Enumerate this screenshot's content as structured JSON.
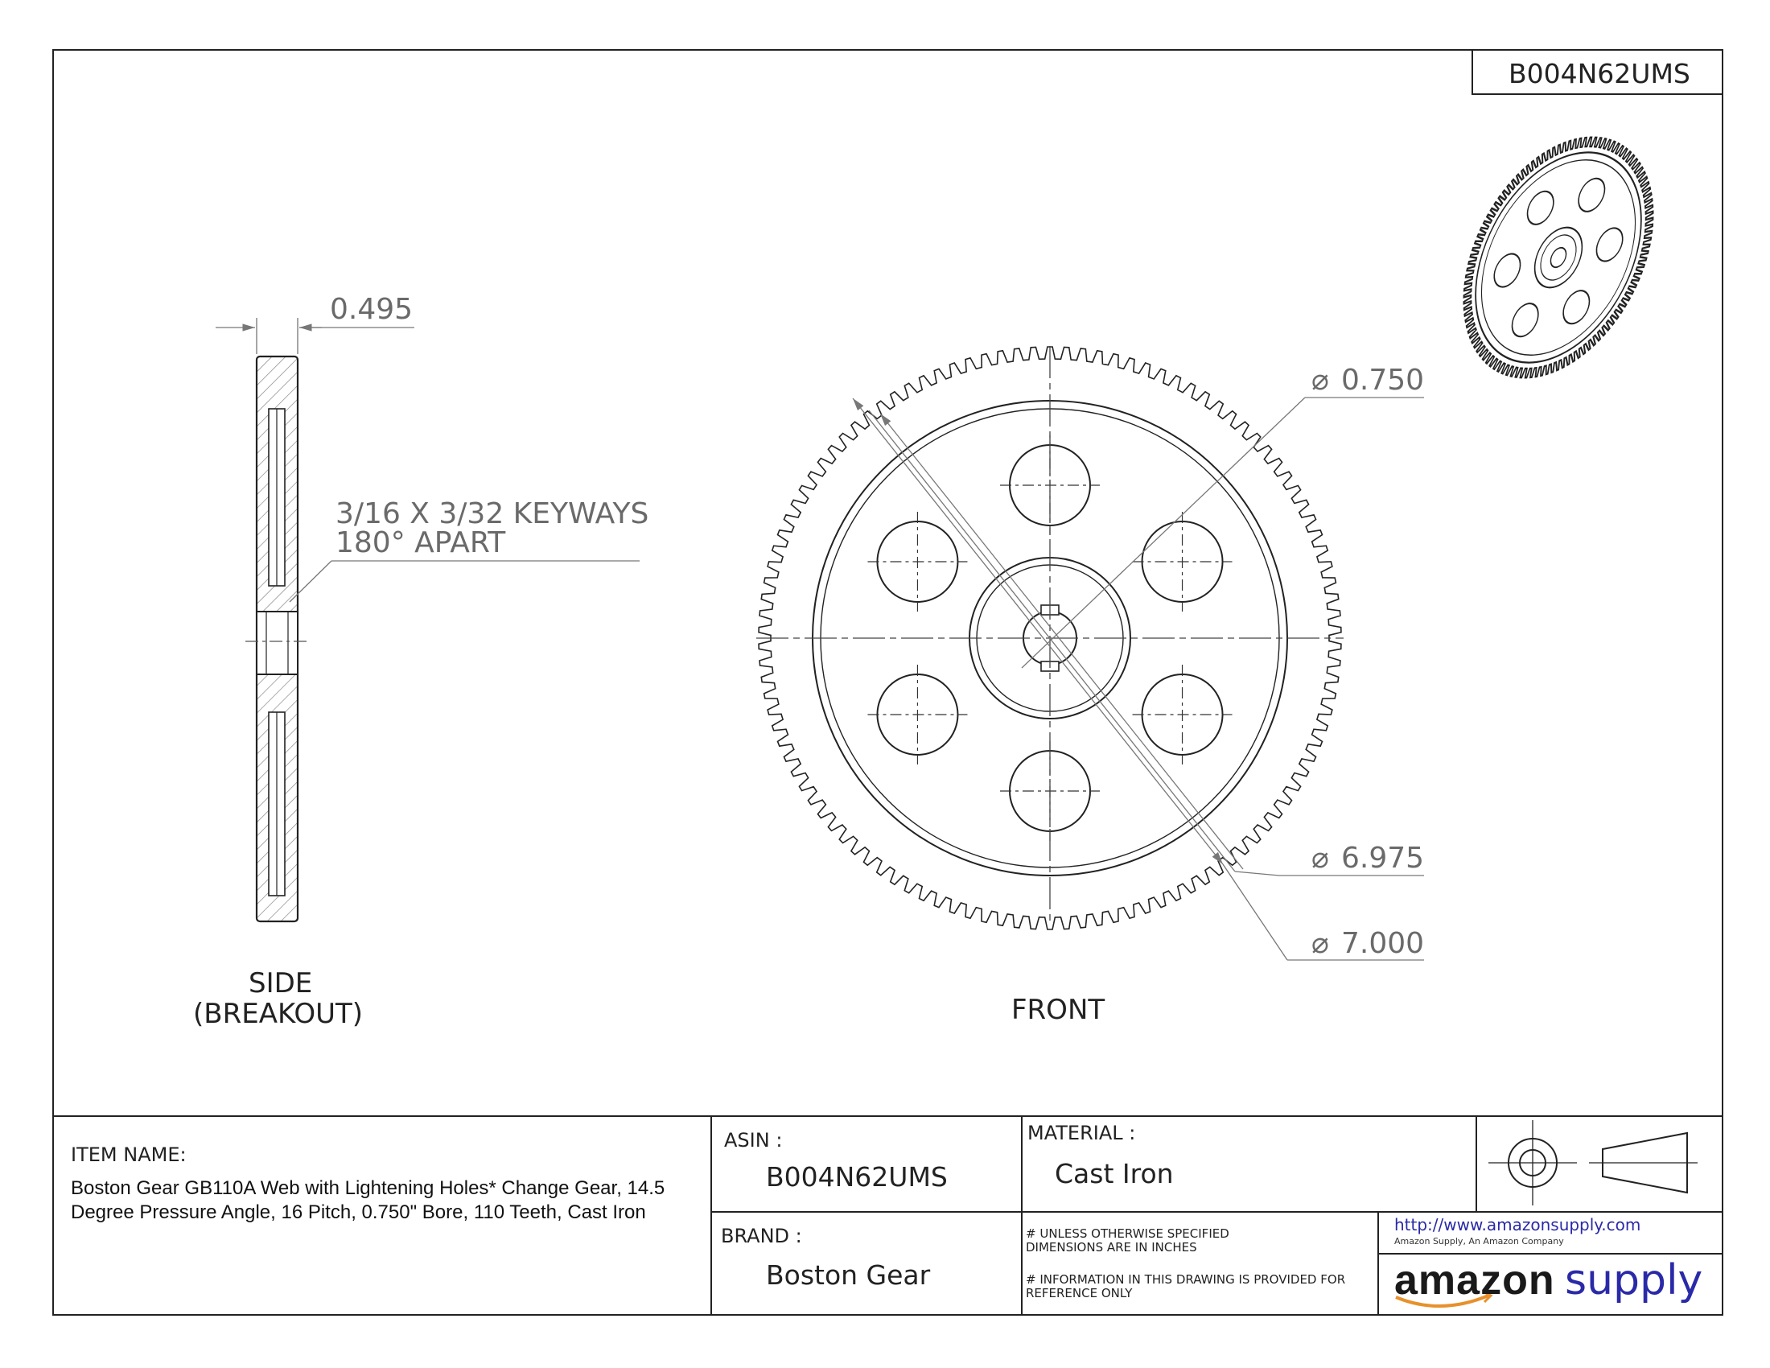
{
  "part_number_box": "B004N62UMS",
  "side_view": {
    "thickness_dim": "0.495",
    "keyway_note_line1": "3/16 X 3/32 KEYWAYS",
    "keyway_note_line2": "180° APART",
    "label_line1": "SIDE",
    "label_line2": "(BREAKOUT)"
  },
  "front_view": {
    "bore_dim": "0.750",
    "root_dim": "6.975",
    "outer_dim": "7.000",
    "label": "FRONT",
    "tooth_count": 110,
    "lightening_holes": 6
  },
  "title_block": {
    "item_name_label": "ITEM NAME:",
    "item_name_value": "Boston Gear GB110A Web with Lightening Holes* Change Gear, 14.5 Degree Pressure Angle, 16 Pitch, 0.750\" Bore, 110 Teeth, Cast Iron",
    "asin_label": "ASIN :",
    "asin_value": "B004N62UMS",
    "brand_label": "BRAND :",
    "brand_value": "Boston Gear",
    "material_label": "MATERIAL :",
    "material_value": "Cast Iron",
    "note1": "# UNLESS OTHERWISE SPECIFIED DIMENSIONS ARE IN INCHES",
    "note2": "# INFORMATION IN THIS DRAWING IS PROVIDED FOR REFERENCE ONLY",
    "url": "http://www.amazonsupply.com",
    "tagline": "Amazon Supply, An Amazon Company",
    "logo_amazon": "amazon",
    "logo_supply": "supply"
  }
}
